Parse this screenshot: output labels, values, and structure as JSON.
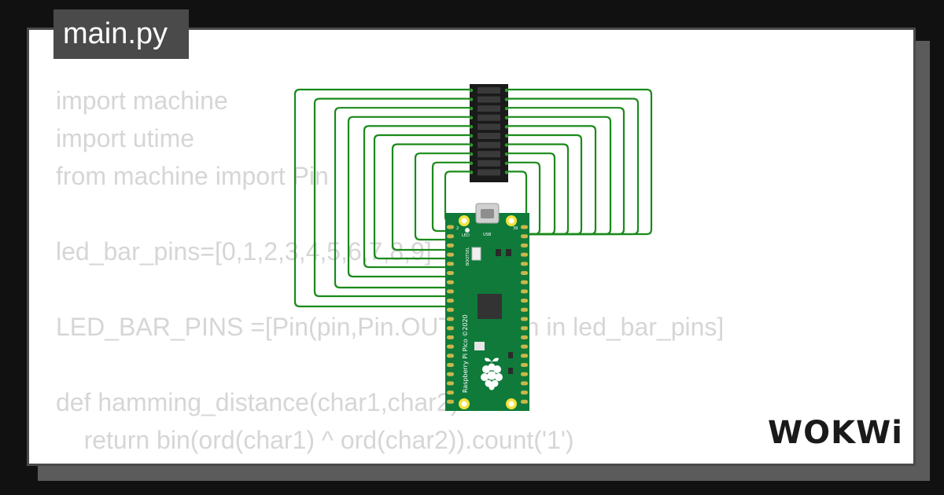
{
  "tab": {
    "filename": "main.py"
  },
  "editor": {
    "lines": [
      "import machine",
      "import utime",
      "from machine import Pin",
      "",
      "led_bar_pins=[0,1,2,3,4,5,6,7,8,9]",
      "",
      "LED_BAR_PINS =[Pin(pin,Pin.OUT) for pin in led_bar_pins]",
      "",
      "def hamming_distance(char1,char2):",
      "    return bin(ord(char1) ^ ord(char2)).count('1')"
    ]
  },
  "board": {
    "model_label": "Raspberry Pi Pico ©2020",
    "led_label": "LED",
    "usb_label": "USB",
    "bootsel_label": "BOOTSEL",
    "pin_left_label": "2",
    "pin_right_label": "39"
  },
  "brand": {
    "logo_text": "WOKWi"
  },
  "colors": {
    "wire": "#1a8a1a",
    "board": "#0f7a3a",
    "ledbar": "#1a1a1a",
    "code_text": "#d6d6d6"
  }
}
